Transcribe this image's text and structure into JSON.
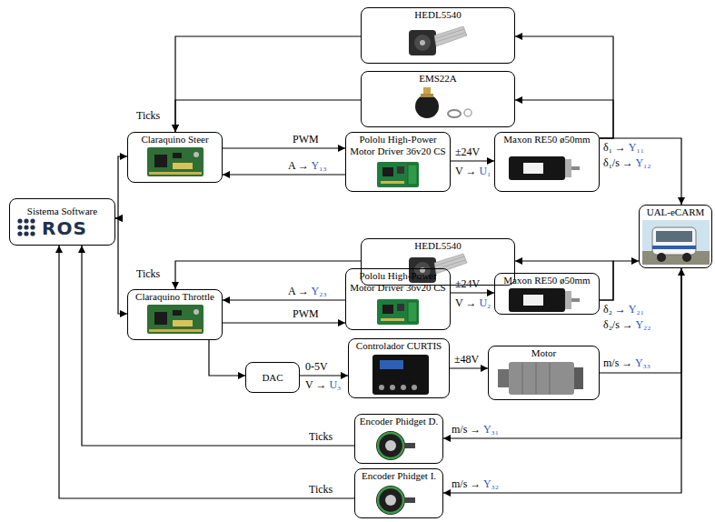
{
  "diagram": {
    "nodes": [
      {
        "text": [
          "Sistema Software",
          "ROS"
        ]
      },
      {
        "text": [
          "HEDL5540"
        ]
      },
      {
        "text": [
          "EMS22A"
        ]
      },
      {
        "text": [
          "Claraquino Steer"
        ]
      },
      {
        "text": [
          "Pololu High-Power Motor Driver 36v20 CS"
        ]
      },
      {
        "text": [
          "Maxon RE50 ø50mm"
        ]
      },
      {
        "text": [
          "UAL-eCARM"
        ]
      },
      {
        "text": [
          "HEDL5540"
        ]
      },
      {
        "text": [
          "Claraquino Throttle"
        ]
      },
      {
        "text": [
          "Pololu High-Power Motor Driver 36v20 CS"
        ]
      },
      {
        "text": [
          "Maxon RE50 ø50mm"
        ]
      },
      {
        "text": [
          "DAC"
        ]
      },
      {
        "text": [
          "Controlador CURTIS"
        ]
      },
      {
        "text": [
          "Motor"
        ]
      },
      {
        "text": [
          "Encoder Phidget D."
        ]
      },
      {
        "text": [
          "Encoder Phidget I."
        ]
      }
    ],
    "edges": [
      {
        "from": 0,
        "to": 3,
        "arrow": "both"
      },
      {
        "from": 0,
        "to": 8,
        "arrow": "both"
      },
      {
        "from": 1,
        "to": 3,
        "arrow": "to",
        "label": "Ticks"
      },
      {
        "from": 2,
        "to": 3,
        "arrow": "to"
      },
      {
        "from": 3,
        "to": 4,
        "arrow": "to",
        "label": "PWM"
      },
      {
        "from": 4,
        "to": 3,
        "arrow": "to",
        "label": "A → Y₁₃"
      },
      {
        "from": 4,
        "to": 5,
        "arrow": "to",
        "label": "±24V"
      },
      {
        "from": 5,
        "to": 6,
        "arrow": "to"
      },
      {
        "from": 5,
        "to": 1,
        "arrow": "to"
      },
      {
        "from": 5,
        "to": 2,
        "arrow": "to"
      },
      {
        "from": 7,
        "to": 8,
        "arrow": "to",
        "label": "Ticks"
      },
      {
        "from": 8,
        "to": 9,
        "arrow": "to",
        "label": "PWM"
      },
      {
        "from": 9,
        "to": 8,
        "arrow": "to",
        "label": "A → Y₂₃"
      },
      {
        "from": 9,
        "to": 10,
        "arrow": "to",
        "label": "±24V"
      },
      {
        "from": 10,
        "to": 6,
        "arrow": "to"
      },
      {
        "from": 10,
        "to": 7,
        "arrow": "to"
      },
      {
        "from": 8,
        "to": 11,
        "arrow": "to"
      },
      {
        "from": 11,
        "to": 12,
        "arrow": "to",
        "label": "0-5V"
      },
      {
        "from": 12,
        "to": 13,
        "arrow": "to",
        "label": "±48V"
      },
      {
        "from": 13,
        "to": 6,
        "arrow": "to",
        "label": "m/s → Y₃₃"
      },
      {
        "from": 6,
        "to": 14,
        "arrow": "to",
        "label": "m/s → Y₃₁"
      },
      {
        "from": 6,
        "to": 15,
        "arrow": "to",
        "label": "m/s → Y₃₂"
      },
      {
        "from": 14,
        "to": 0,
        "arrow": "to",
        "label": "Ticks"
      },
      {
        "from": 15,
        "to": 0,
        "arrow": "to",
        "label": "Ticks"
      }
    ],
    "labels": [
      "V → U₁",
      "δ₁ → Y₁₁",
      "δ₁/s → Y₁₂",
      "V → U₂",
      "δ₂ → Y₂₁",
      "δ₂/s → Y₂₂",
      "V → U₃"
    ]
  }
}
